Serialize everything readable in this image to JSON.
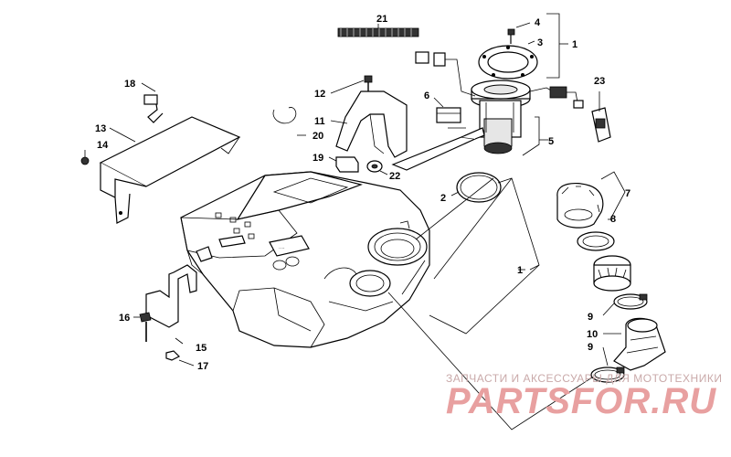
{
  "callouts": {
    "c1_top": "1",
    "c1_mid": "1",
    "c2": "2",
    "c3": "3",
    "c4": "4",
    "c5": "5",
    "c6": "6",
    "c7": "7",
    "c8": "8",
    "c9_a": "9",
    "c9_b": "9",
    "c10": "10",
    "c11": "11",
    "c12": "12",
    "c13": "13",
    "c14": "14",
    "c15": "15",
    "c16": "16",
    "c17": "17",
    "c18": "18",
    "c19": "19",
    "c20": "20",
    "c21": "21",
    "c22": "22",
    "c23": "23"
  },
  "watermark": {
    "tagline": "ЗАПЧАСТИ И АКСЕССУАРЫ ДЛЯ МОТОТЕХНИКИ",
    "logo": "PARTSFOR.RU"
  }
}
